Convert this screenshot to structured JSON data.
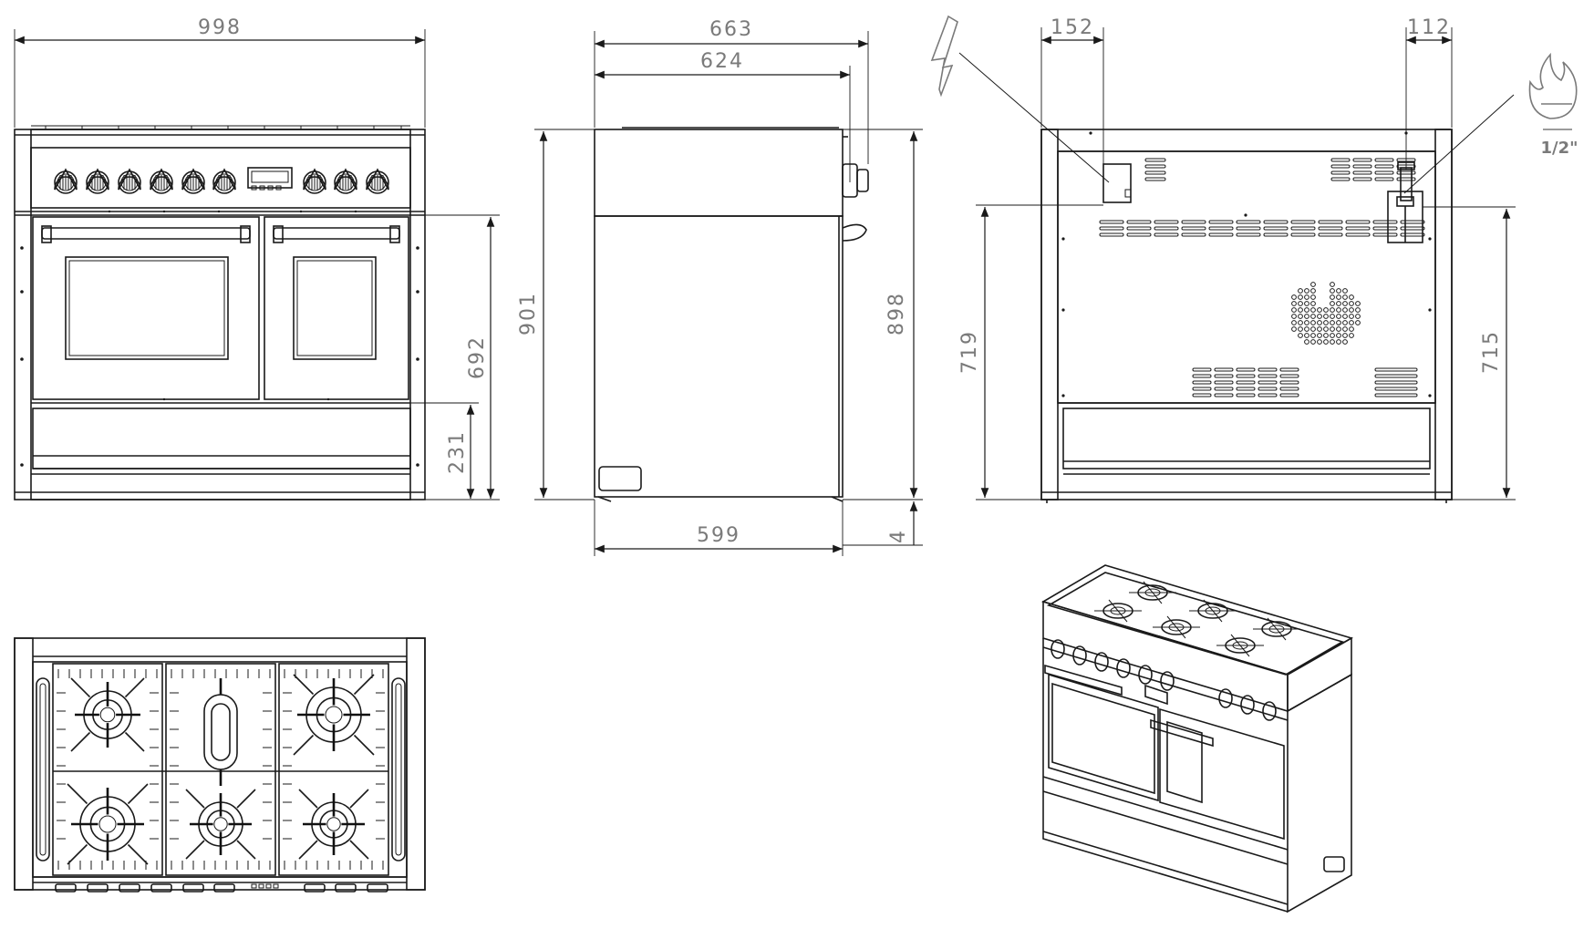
{
  "dimensions": {
    "front_width": "998",
    "side_depth_total": "663",
    "side_depth_body": "624",
    "side_depth_base": "599",
    "front_height_total": "901",
    "front_height_oven": "692",
    "front_height_plinth": "231",
    "side_height": "898",
    "side_foot": "4",
    "rear_electric_offset": "152",
    "rear_gas_offset": "112",
    "rear_electric_height": "719",
    "rear_gas_height": "715"
  },
  "labels": {
    "gas_connection": "1/2\""
  },
  "icons": {
    "electric": "lightning-bolt-icon",
    "gas": "flame-icon"
  }
}
